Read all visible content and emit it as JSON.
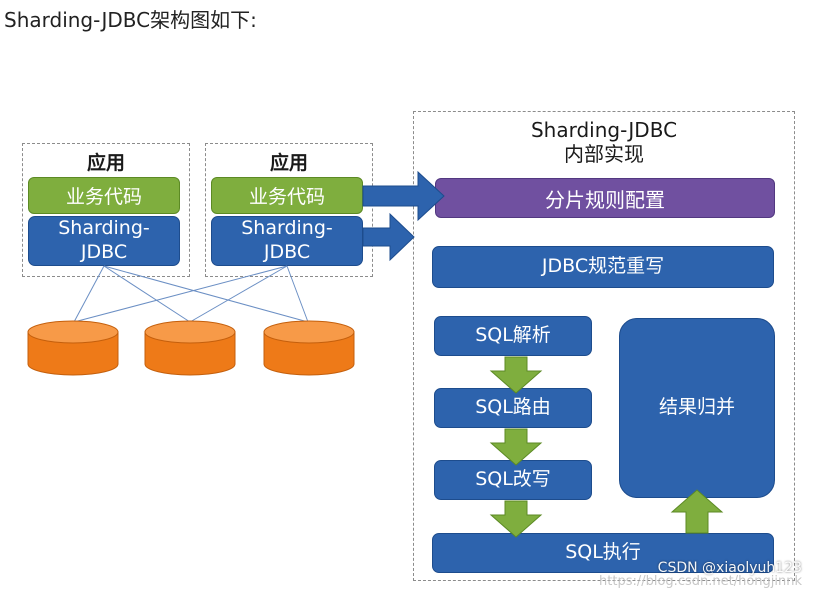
{
  "page_title": "Sharding-JDBC架构图如下:",
  "apps": [
    {
      "title": "应用",
      "business_label": "业务代码",
      "sharding_label": "Sharding-\nJDBC"
    },
    {
      "title": "应用",
      "business_label": "业务代码",
      "sharding_label": "Sharding-\nJDBC"
    }
  ],
  "impl": {
    "title": "Sharding-JDBC\n内部实现",
    "rule_config": "分片规则配置",
    "jdbc_rewrite": "JDBC规范重写",
    "sql_parse": "SQL解析",
    "sql_route": "SQL路由",
    "sql_rewrite": "SQL改写",
    "result_merge": "结果归并",
    "sql_execute": "SQL执行"
  },
  "colors": {
    "green": "#7fae3e",
    "blue": "#2d63ad",
    "purple": "#7050a0",
    "orange": "#f07c1a"
  },
  "icons": [
    "database-icon",
    "arrow-right-icon",
    "arrow-down-icon",
    "arrow-up-icon"
  ],
  "watermark": {
    "line1": "CSDN @xiaolyuh123",
    "line2": "https://blog.csdn.net/hongjinnk"
  }
}
